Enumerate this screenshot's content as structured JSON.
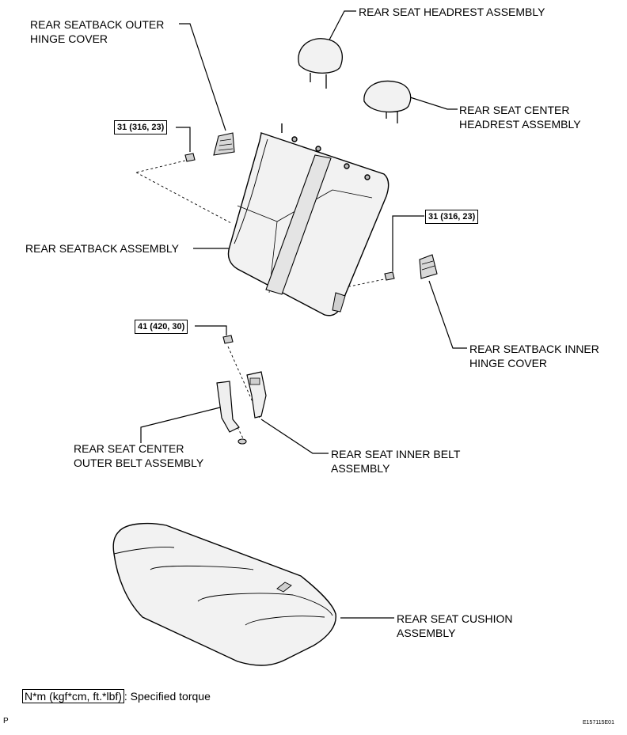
{
  "labels": {
    "outer_hinge_cover_1": "REAR SEATBACK OUTER",
    "outer_hinge_cover_2": "HINGE COVER",
    "headrest": "REAR SEAT HEADREST ASSEMBLY",
    "center_headrest_1": "REAR SEAT CENTER",
    "center_headrest_2": "HEADREST ASSEMBLY",
    "seatback": "REAR SEATBACK ASSEMBLY",
    "inner_hinge_cover_1": "REAR SEATBACK INNER",
    "inner_hinge_cover_2": "HINGE COVER",
    "center_outer_belt_1": "REAR SEAT CENTER",
    "center_outer_belt_2": "OUTER BELT ASSEMBLY",
    "inner_belt_1": "REAR SEAT INNER BELT",
    "inner_belt_2": "ASSEMBLY",
    "cushion_1": "REAR SEAT CUSHION",
    "cushion_2": "ASSEMBLY"
  },
  "torque": {
    "left": "31 (316, 23)",
    "right": "31 (316, 23)",
    "belt": "41 (420, 30)"
  },
  "legend": {
    "unit": "N*m (kgf*cm, ft.*lbf)",
    "text": ": Specified torque"
  },
  "footer": {
    "left": "P",
    "right": "E157115E01"
  },
  "colors": {
    "line": "#000000",
    "part_fill": "#f2f2f2",
    "shade": "#cfcfcf"
  }
}
